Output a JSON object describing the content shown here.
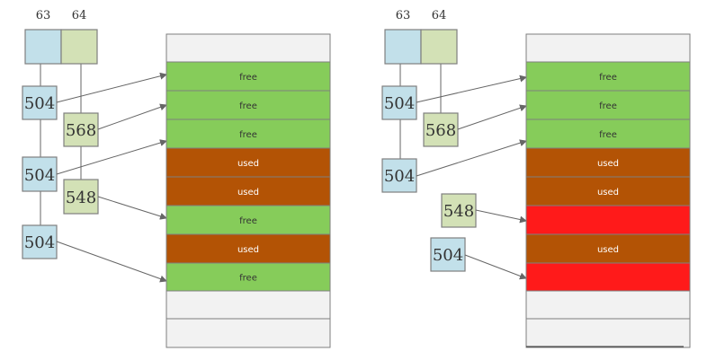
{
  "colors": {
    "bin63": "#c2e0ea",
    "bin64": "#d3e1b6",
    "chunk504": "#c2e0ea",
    "chunk548": "#d3e1b6",
    "chunk568": "#d3e1b6",
    "free": "#86cc5a",
    "used": "#b35305",
    "removed": "#ff1a1a",
    "empty": "#f2f2f2",
    "border": "#7f7f7f",
    "arrow": "#666666"
  },
  "left": {
    "bin_indices": [
      "63",
      "64"
    ],
    "chunks": [
      {
        "label": "504",
        "bin": "63"
      },
      {
        "label": "568",
        "bin": "64"
      },
      {
        "label": "504",
        "bin": "63"
      },
      {
        "label": "548",
        "bin": "64"
      },
      {
        "label": "504",
        "bin": "63"
      }
    ],
    "memory_blocks": [
      {
        "state": "empty",
        "text": ""
      },
      {
        "state": "free",
        "text": "free"
      },
      {
        "state": "free",
        "text": "free"
      },
      {
        "state": "free",
        "text": "free"
      },
      {
        "state": "used",
        "text": "used"
      },
      {
        "state": "used",
        "text": "used"
      },
      {
        "state": "free",
        "text": "free"
      },
      {
        "state": "used",
        "text": "used"
      },
      {
        "state": "free",
        "text": "free"
      },
      {
        "state": "empty",
        "text": ""
      },
      {
        "state": "empty",
        "text": ""
      }
    ]
  },
  "right": {
    "bin_indices": [
      "63",
      "64"
    ],
    "chunks": [
      {
        "label": "504",
        "bin": "63"
      },
      {
        "label": "568",
        "bin": "64"
      },
      {
        "label": "504",
        "bin": "63"
      },
      {
        "label": "548",
        "bin": "none"
      },
      {
        "label": "504",
        "bin": "none"
      }
    ],
    "memory_blocks": [
      {
        "state": "empty",
        "text": ""
      },
      {
        "state": "free",
        "text": "free"
      },
      {
        "state": "free",
        "text": "free"
      },
      {
        "state": "free",
        "text": "free"
      },
      {
        "state": "used",
        "text": "used"
      },
      {
        "state": "used",
        "text": "used"
      },
      {
        "state": "removed",
        "text": ""
      },
      {
        "state": "used",
        "text": "used"
      },
      {
        "state": "removed",
        "text": ""
      },
      {
        "state": "empty",
        "text": ""
      },
      {
        "state": "empty",
        "text": ""
      }
    ]
  }
}
